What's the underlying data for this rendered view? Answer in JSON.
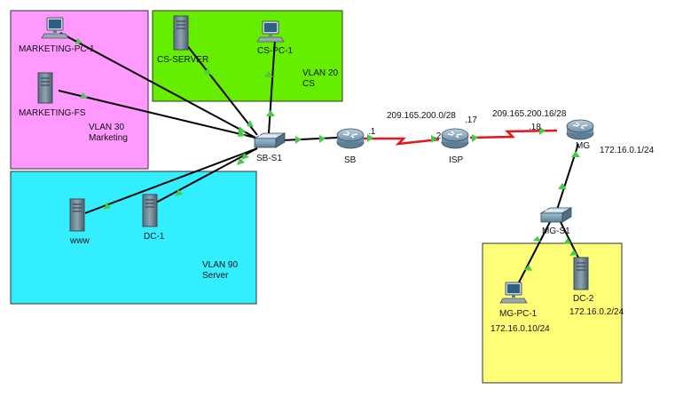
{
  "colors": {
    "marketing_area": "#ff99ff",
    "cs_area": "#66ee00",
    "server_area": "#33eeff",
    "mg_area": "#ffff77",
    "serial_link": "#e8141c",
    "ethernet_link": "#000000",
    "link_light": "#44cc44"
  },
  "areas": {
    "marketing": {
      "line1": "VLAN 30",
      "line2": "Marketing"
    },
    "cs": {
      "line1": "VLAN 20",
      "line2": "CS"
    },
    "server": {
      "line1": "VLAN 90",
      "line2": "Server"
    }
  },
  "devices": {
    "marketing_pc1": {
      "label": "MARKETING-PC-1",
      "icon": "pc-icon"
    },
    "marketing_fs": {
      "label": "MARKETING-FS",
      "icon": "server-icon"
    },
    "cs_server": {
      "label": "CS-SERVER",
      "icon": "server-icon"
    },
    "cs_pc1": {
      "label": "CS-PC-1",
      "icon": "pc-icon"
    },
    "sb_s1": {
      "label": "SB-S1",
      "icon": "switch-icon"
    },
    "sb": {
      "label": "SB",
      "icon": "router-icon"
    },
    "isp": {
      "label": "ISP",
      "icon": "router-icon"
    },
    "mg": {
      "label": "MG",
      "icon": "router-icon",
      "address": "172.16.0.1/24"
    },
    "www": {
      "label": "www",
      "icon": "server-icon"
    },
    "dc1": {
      "label": "DC-1",
      "icon": "server-icon"
    },
    "mg_s1": {
      "label": "MG-S1",
      "icon": "switch-icon"
    },
    "mg_pc1": {
      "label": "MG-PC-1",
      "icon": "pc-icon",
      "address": "172.16.0.10/24"
    },
    "dc2": {
      "label": "DC-2",
      "icon": "server-icon",
      "address": "172.16.0.2/24"
    }
  },
  "networks": {
    "sb_isp": {
      "network": "209.165.200.0/28",
      "sb_side": ".1",
      "isp_side": ".2"
    },
    "isp_mg": {
      "network": "209.165.200.16/28",
      "isp_side": ".17",
      "mg_side": ".18"
    }
  }
}
